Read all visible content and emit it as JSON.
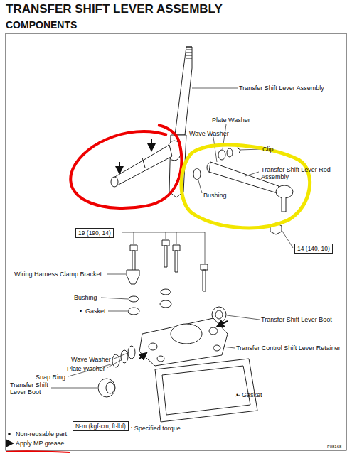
{
  "diagram": {
    "title": "TRANSFER SHIFT LEVER ASSEMBLY",
    "nodes": [
      {
        "text": [
          "19 (190, 14)"
        ]
      },
      {
        "text": [
          "14 (140, 10)"
        ]
      },
      {
        "text": [
          "N·m (kgf·cm, ft·lbf)"
        ]
      }
    ],
    "labels": [
      "COMPONENTS",
      "Transfer Shift Lever Assembly",
      "Plate Washer",
      "Wave Washer",
      "Clip",
      "Transfer Shift Lever Rod Assembly",
      "Bushing",
      "Wiring Harness Clamp Bracket",
      "Bushing",
      "•",
      "Gasket",
      "Transfer Shift Lever Boot",
      "Transfer Control Shift Lever Retainer",
      "Wave Washer",
      "Plate Washer",
      "Snap Ring",
      "Transfer Shift Lever Boot",
      "•",
      "Gasket",
      ": Specified torque",
      "F08168"
    ],
    "legend": [
      {
        "text": "Non-reusable part"
      },
      {
        "text": "Apply MP grease"
      }
    ]
  }
}
